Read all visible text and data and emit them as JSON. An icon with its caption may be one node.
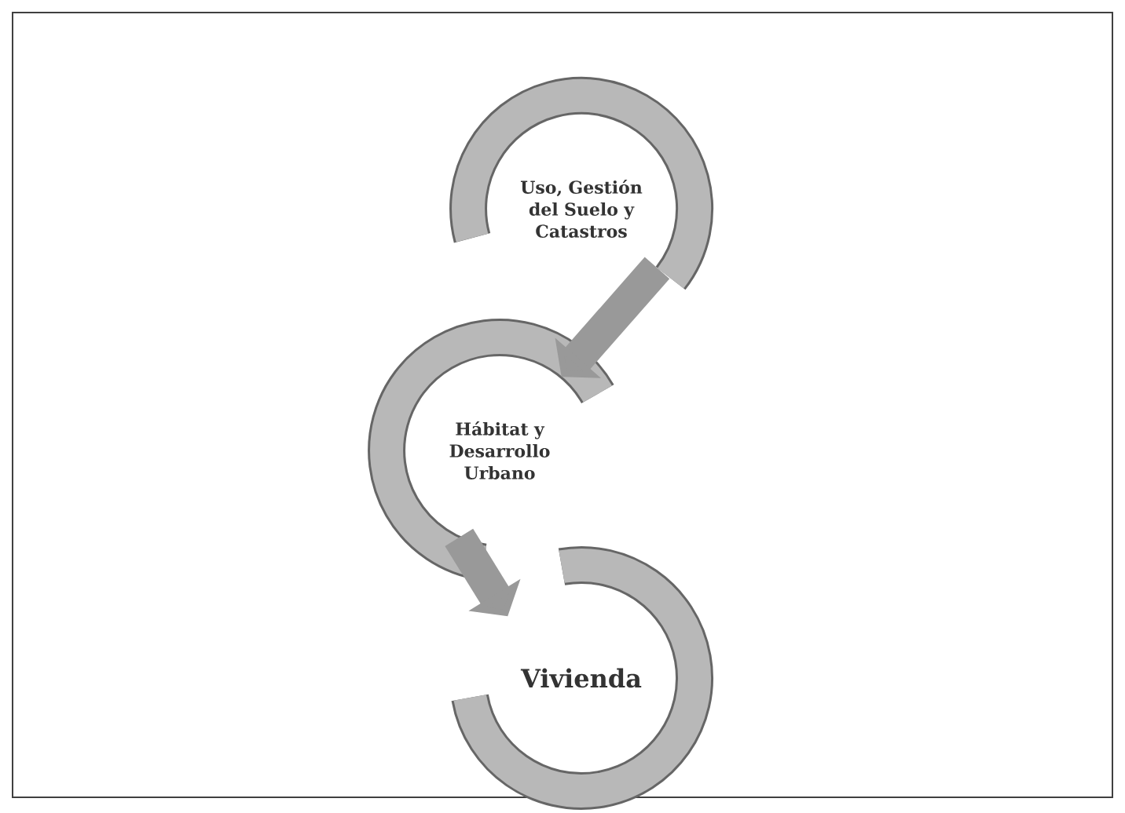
{
  "diagram": {
    "nodes": [
      {
        "text": [
          "Uso, Gestión del Suelo y Catastros"
        ]
      },
      {
        "text": [
          "Hábitat y Desarrollo Urbano"
        ]
      },
      {
        "text": [
          "Vivienda"
        ]
      }
    ],
    "edges": [
      {
        "from": 0,
        "to": 1,
        "arrow": "to"
      },
      {
        "from": 1,
        "to": 2,
        "arrow": "to"
      }
    ]
  }
}
